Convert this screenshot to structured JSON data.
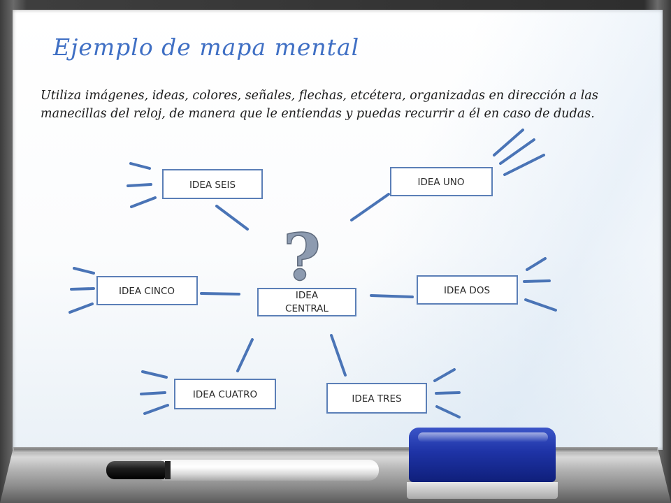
{
  "slide": {
    "title": "Ejemplo de mapa mental",
    "description": "Utiliza imágenes, ideas, colores, señales, flechas, etcétera, organizadas en dirección a las manecillas del reloj, de manera que le entiendas y puedas recurrir a él en caso de dudas."
  },
  "diagram": {
    "center": {
      "lines": [
        "IDEA",
        "CENTRAL"
      ],
      "icon": "question-mark-icon",
      "icon_glyph": "?"
    },
    "nodes": [
      {
        "id": "uno",
        "label": "IDEA UNO"
      },
      {
        "id": "dos",
        "label": "IDEA DOS"
      },
      {
        "id": "tres",
        "label": "IDEA TRES"
      },
      {
        "id": "cuatro",
        "label": "IDEA CUATRO"
      },
      {
        "id": "cinco",
        "label": "IDEA CINCO"
      },
      {
        "id": "seis",
        "label": "IDEA SEIS"
      }
    ]
  },
  "colors": {
    "title": "#3f6fc4",
    "connector": "#4a74b6",
    "node_border": "#5b7fb7",
    "eraser": "#1e33a6"
  }
}
